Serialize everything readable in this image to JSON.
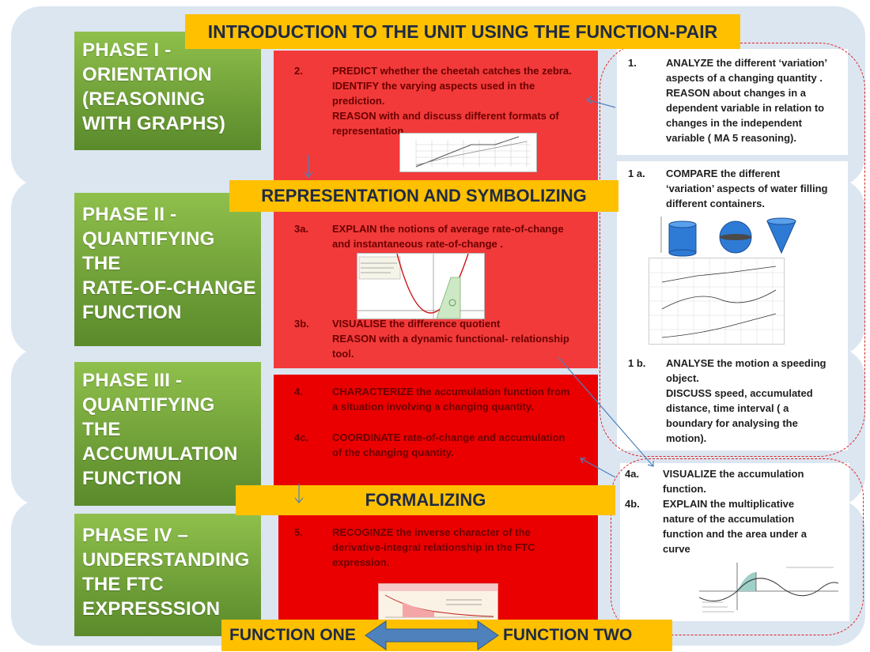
{
  "banners": {
    "top": "INTRODUCTION TO THE UNIT USING THE FUNCTION-PAIR",
    "representation": "REPRESENTATION AND SYMBOLIZING",
    "formalizing": "FORMALIZING",
    "function_one": "FUNCTION ONE",
    "function_two": "FUNCTION TWO"
  },
  "phases": [
    {
      "lines": [
        "PHASE  I -",
        "ORIENTATION",
        "(REASONING",
        "WITH GRAPHS)"
      ]
    },
    {
      "lines": [
        "PHASE II  -",
        "QUANTIFYING",
        "THE",
        "RATE-OF-CHANGE",
        "FUNCTION"
      ]
    },
    {
      "lines": [
        "PHASE III -",
        "QUANTIFYING",
        "THE",
        "ACCUMULATION",
        "FUNCTION"
      ]
    },
    {
      "lines": [
        "PHASE IV –",
        "UNDERSTANDING",
        "THE FTC",
        "EXPRESSSION"
      ]
    }
  ],
  "center": {
    "item2": {
      "num": "2.",
      "lines": [
        "PREDICT whether the cheetah catches the zebra.",
        "IDENTIFY the  varying aspects used in the",
        "prediction.",
        "REASON with and discuss different formats of",
        "representation ."
      ]
    },
    "item3a": {
      "num": "3a.",
      "lines": [
        "EXPLAIN  the notions of average rate-of-change",
        "and instantaneous rate-of-change ."
      ]
    },
    "item3b": {
      "num": "3b.",
      "lines": [
        "VISUALISE  the difference quotient",
        "REASON  with a dynamic functional- relationship",
        "tool."
      ]
    },
    "item4": {
      "num": "4.",
      "lines": [
        "CHARACTERIZE  the accumulation function from",
        "a situation involving  a changing quantity."
      ]
    },
    "item4c": {
      "num": "4c.",
      "lines": [
        "COORDINATE rate-of-change and accumulation",
        "of the changing quantity."
      ]
    },
    "item5": {
      "num": "5.",
      "lines": [
        "RECOGINZE the inverse character of the",
        "derivative-integral relationship in the FTC",
        "expression."
      ]
    }
  },
  "right": {
    "item1": {
      "num": "1.",
      "lines": [
        "ANALYZE the different ‘variation’",
        "aspects of a changing quantity .",
        "REASON   about changes  in a",
        "dependent variable  in relation to",
        "changes in the independent",
        "variable ( MA 5 reasoning)."
      ]
    },
    "item1a": {
      "num": "1 a.",
      "lines": [
        "COMPARE  the different",
        "‘variation’ aspects of water filling",
        "different containers."
      ]
    },
    "item1b": {
      "num": "1 b.",
      "lines": [
        "ANALYSE the motion a speeding",
        "object.",
        "DISCUSS speed, accumulated",
        "distance, time interval ( a",
        "boundary for analysing the",
        "motion)."
      ]
    },
    "item4a": {
      "num": "4a.",
      "lines": [
        "VISUALIZE the accumulation",
        "function."
      ]
    },
    "item4b": {
      "num": "4b.",
      "lines": [
        "EXPLAIN  the multiplicative",
        "nature of the accumulation",
        "function and the area under a",
        "curve"
      ]
    }
  },
  "colors": {
    "band": "#dbe6f1",
    "phase_green": "#77a83c",
    "banner_orange": "#ffc000",
    "panel_red_light": "#f23a3a",
    "panel_red": "#ea0000",
    "dashed_red": "#e02020",
    "arrow_blue": "#4f81bd"
  }
}
